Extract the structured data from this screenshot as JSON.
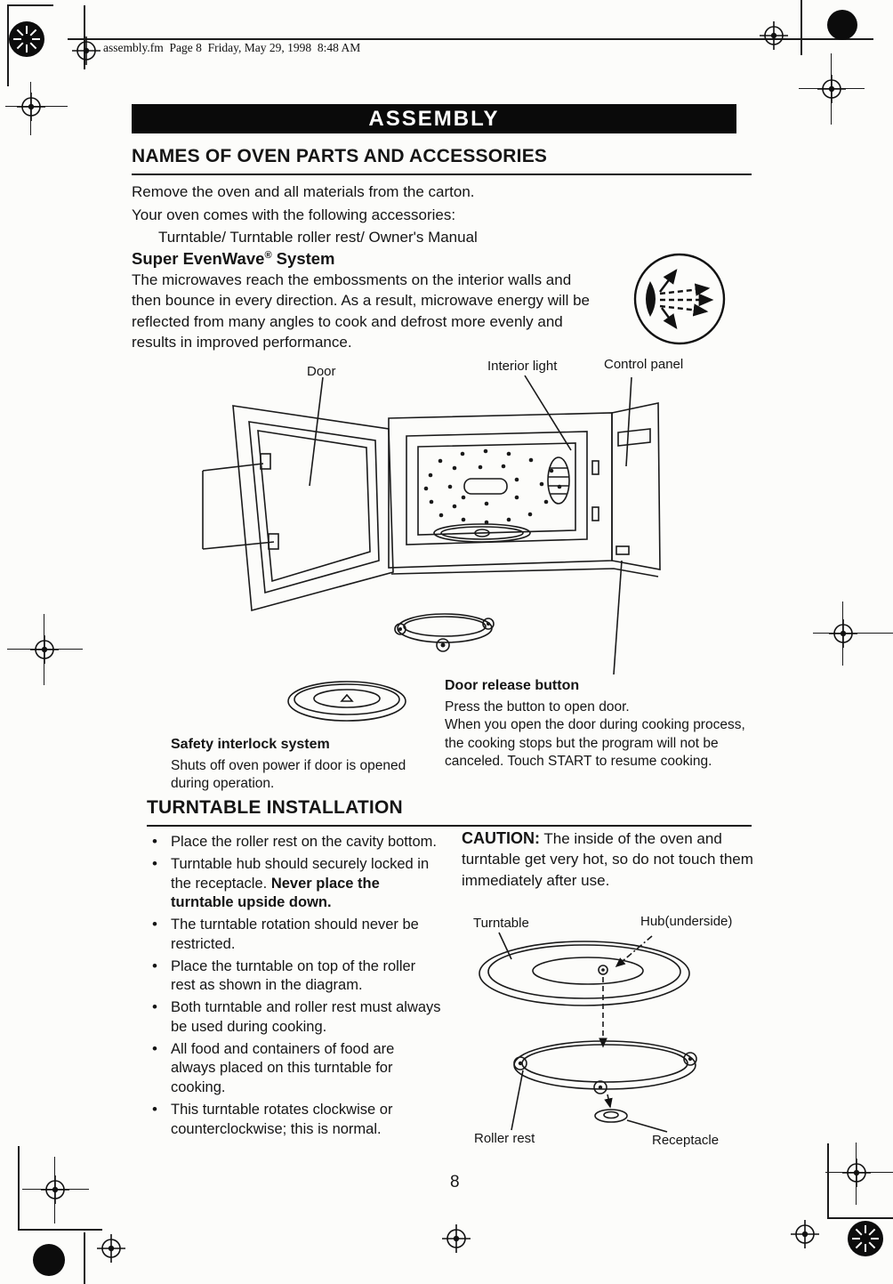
{
  "print_header": "assembly.fm  Page 8  Friday, May 29, 1998  8:48 AM",
  "banner": "ASSEMBLY",
  "page_number": "8",
  "print_marks": {
    "target": "crosshair-registration-target",
    "starburst": "black-starburst-registration-dot"
  },
  "section_parts": {
    "title": "NAMES OF OVEN PARTS AND ACCESSORIES",
    "intro_line1": "Remove the oven and all materials from the carton.",
    "intro_line2": "Your oven comes with the following accessories:",
    "intro_line3": "Turntable/ Turntable roller rest/ Owner's Manual",
    "evenwave": {
      "title_pre": "Super EvenWave",
      "title_reg": "®",
      "title_post": " System",
      "body": "The microwaves reach the embossments on the interior walls and then bounce in every direction. As a result, microwave energy will be reflected from many angles to cook and defrost more evenly and results in improved performance."
    },
    "labels": {
      "door": "Door",
      "interior_light": "Interior light",
      "control_panel": "Control panel"
    },
    "safety_interlock": {
      "title": "Safety interlock system",
      "body": "Shuts off oven power if door is opened during operation."
    },
    "door_release": {
      "title": "Door release button",
      "line1": "Press the button to open door.",
      "line2": "When you open the door during cooking process, the cooking stops but the program will not be canceled. Touch START to resume cooking."
    }
  },
  "section_turntable": {
    "title": "TURNTABLE INSTALLATION",
    "bullets": [
      {
        "t": "Place the roller rest on the cavity bottom.",
        "b": ""
      },
      {
        "t": "Turntable hub should securely locked in the receptacle. ",
        "b": "Never place the turntable upside down."
      },
      {
        "t": "The turntable rotation should never be restricted.",
        "b": ""
      },
      {
        "t": "Place the turntable on top of the roller rest as shown in the diagram.",
        "b": ""
      },
      {
        "t": "Both turntable and roller rest must always be used during cooking.",
        "b": ""
      },
      {
        "t": "All food and containers of food are always placed on this turntable for cooking.",
        "b": ""
      },
      {
        "t": "This turntable rotates clockwise or counterclockwise; this is normal.",
        "b": ""
      }
    ],
    "caution_label": "CAUTION:",
    "caution_body": " The inside of the oven and turntable get very hot, so do not touch them immediately after use.",
    "labels": {
      "turntable": "Turntable",
      "hub": "Hub(underside)",
      "roller_rest": "Roller rest",
      "receptacle": "Receptacle"
    }
  }
}
